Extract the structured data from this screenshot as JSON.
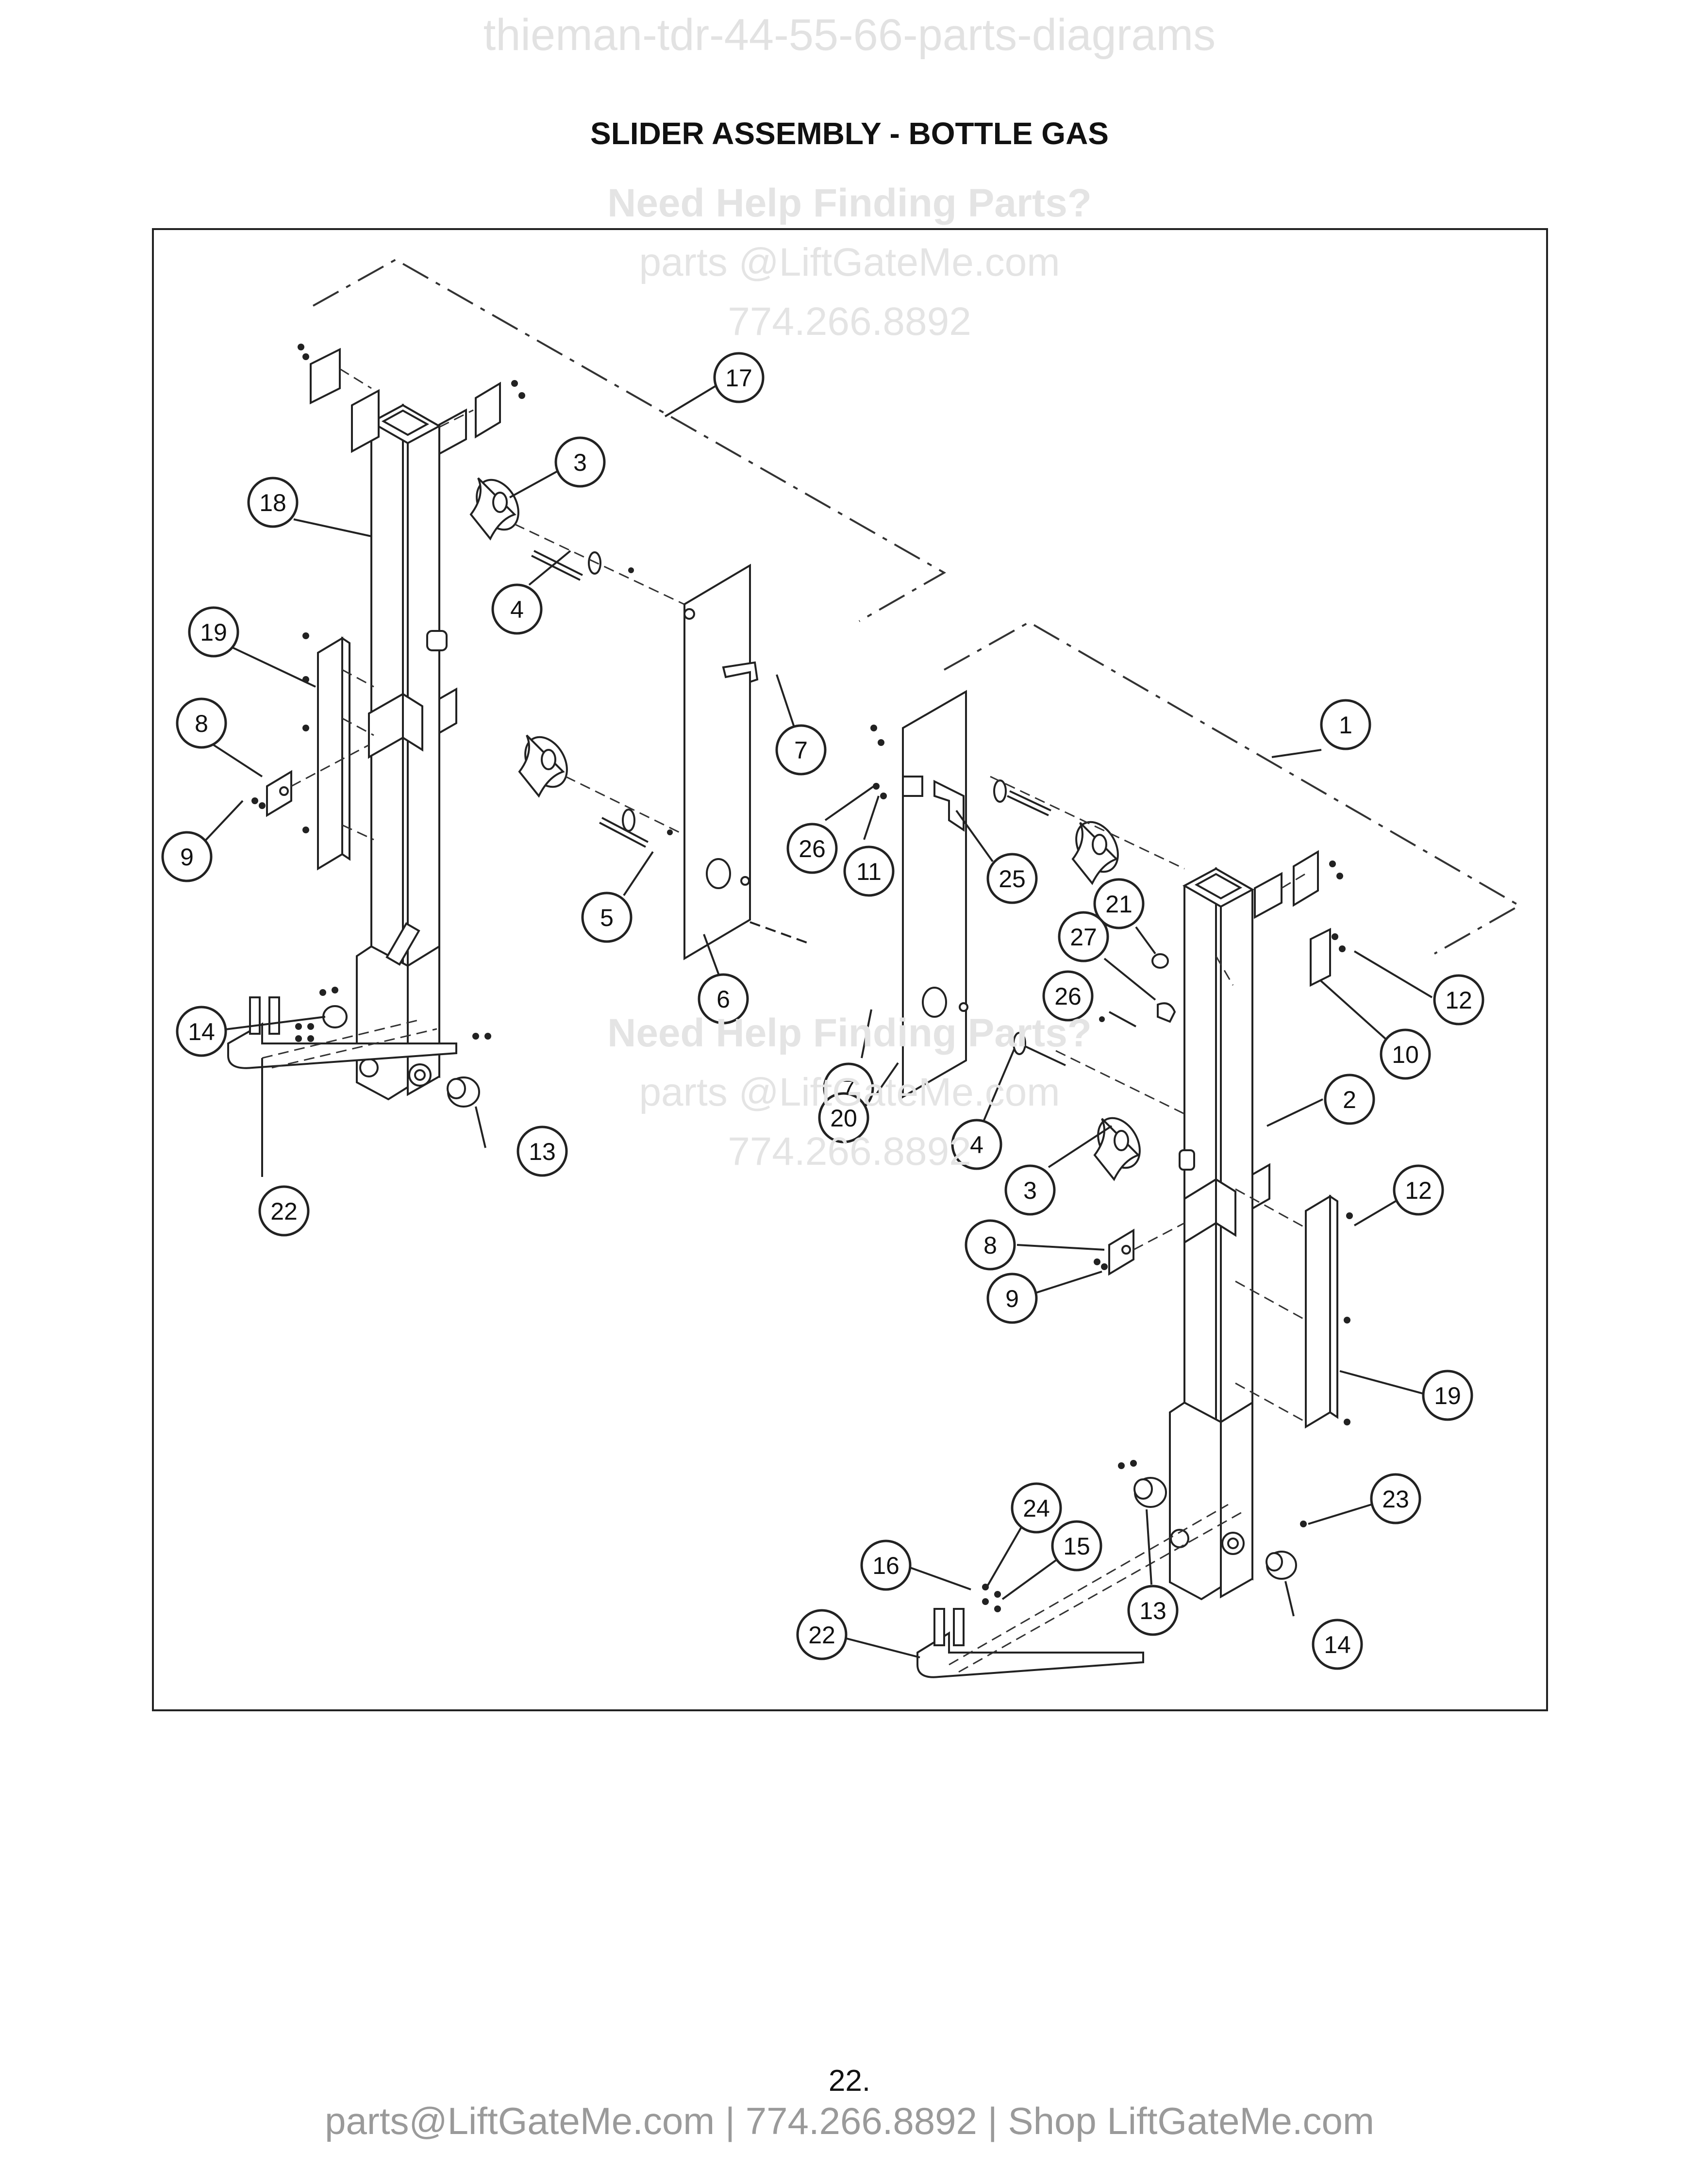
{
  "header": {
    "watermark": "thieman-tdr-44-55-66-parts-diagrams",
    "title": "SLIDER ASSEMBLY - BOTTLE GAS"
  },
  "watermarks": [
    {
      "heading": "Need Help Finding Parts?",
      "email": "parts @LiftGateMe.com",
      "phone": "774.266.8892"
    },
    {
      "heading": "Need Help Finding Parts?",
      "email": "parts @LiftGateMe.com",
      "phone": "774.266.8892"
    }
  ],
  "callouts": [
    "17",
    "3",
    "18",
    "4",
    "19",
    "8",
    "9",
    "7",
    "5",
    "6",
    "26",
    "11",
    "25",
    "1",
    "21",
    "27",
    "26",
    "12",
    "10",
    "7",
    "20",
    "4",
    "3",
    "2",
    "14",
    "13",
    "22",
    "12",
    "8",
    "9",
    "19",
    "23",
    "24",
    "16",
    "15",
    "13",
    "22",
    "14"
  ],
  "footer": {
    "page_number": "22.",
    "contact": "parts@LiftGateMe.com | 774.266.8892 | Shop LiftGateMe.com"
  }
}
